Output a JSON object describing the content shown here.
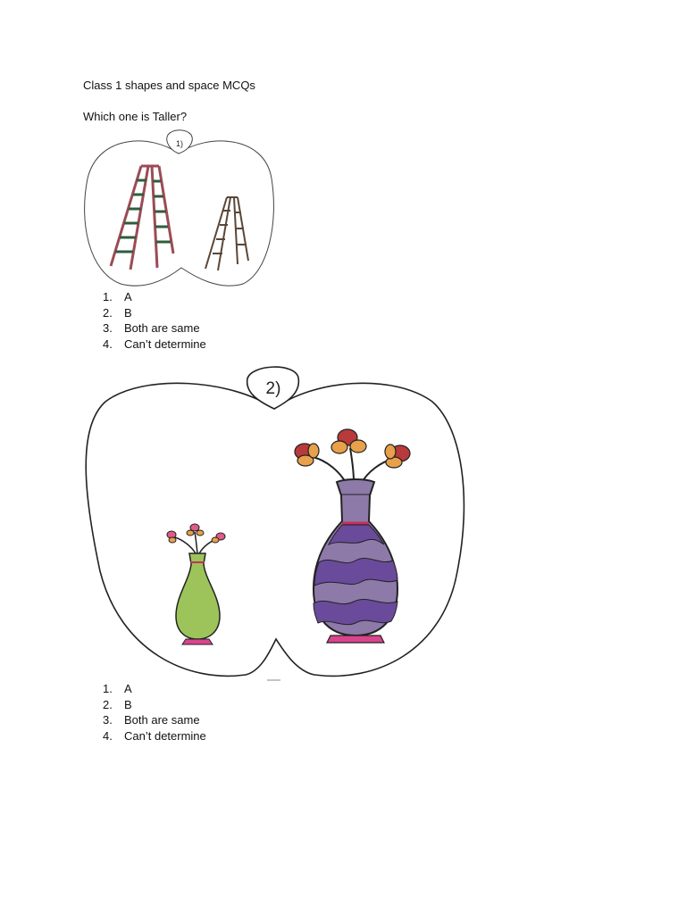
{
  "document": {
    "title": "Class 1 shapes and space MCQs",
    "question": "Which one is Taller?"
  },
  "figures": [
    {
      "badge": "1)",
      "left_object": "ladder",
      "right_object": "ladder"
    },
    {
      "badge": "2)",
      "left_object": "vase",
      "right_object": "vase"
    }
  ],
  "questions": [
    {
      "options": [
        {
          "num": "1.",
          "text": "A"
        },
        {
          "num": "2.",
          "text": "B"
        },
        {
          "num": "3.",
          "text": "Both are same"
        },
        {
          "num": "4.",
          "text": "Can’t determine"
        }
      ]
    },
    {
      "options": [
        {
          "num": "1.",
          "text": "A"
        },
        {
          "num": "2.",
          "text": "B"
        },
        {
          "num": "3.",
          "text": "Both are same"
        },
        {
          "num": "4.",
          "text": "Can’t determine"
        }
      ]
    }
  ],
  "colors": {
    "ladder_tall_rail": "#9c4b55",
    "ladder_tall_rung": "#2f5d3c",
    "ladder_small": "#5a4637",
    "vase_small": "#9cc45a",
    "vase_large_light": "#8d7aa8",
    "vase_large_dark": "#6a4a9a",
    "vase_foot": "#d8458c",
    "flower_red": "#b83a3a",
    "flower_orange": "#e8a04a",
    "flower_pink": "#e05a8a"
  }
}
